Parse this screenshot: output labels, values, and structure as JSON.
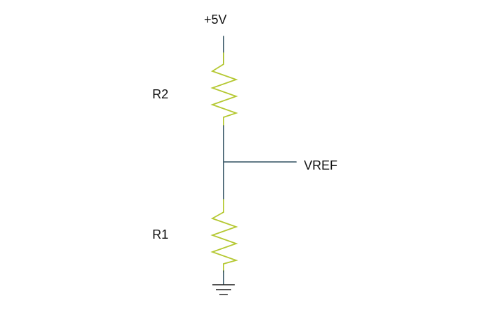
{
  "labels": {
    "supply": "+5V",
    "r2": "R2",
    "vref": "VREF",
    "r1": "R1"
  },
  "colors": {
    "wire": "#2f4f5f",
    "resistor": "#b5c832",
    "ground": "#1a1a1a",
    "text": "#111111",
    "background": "#ffffff"
  }
}
